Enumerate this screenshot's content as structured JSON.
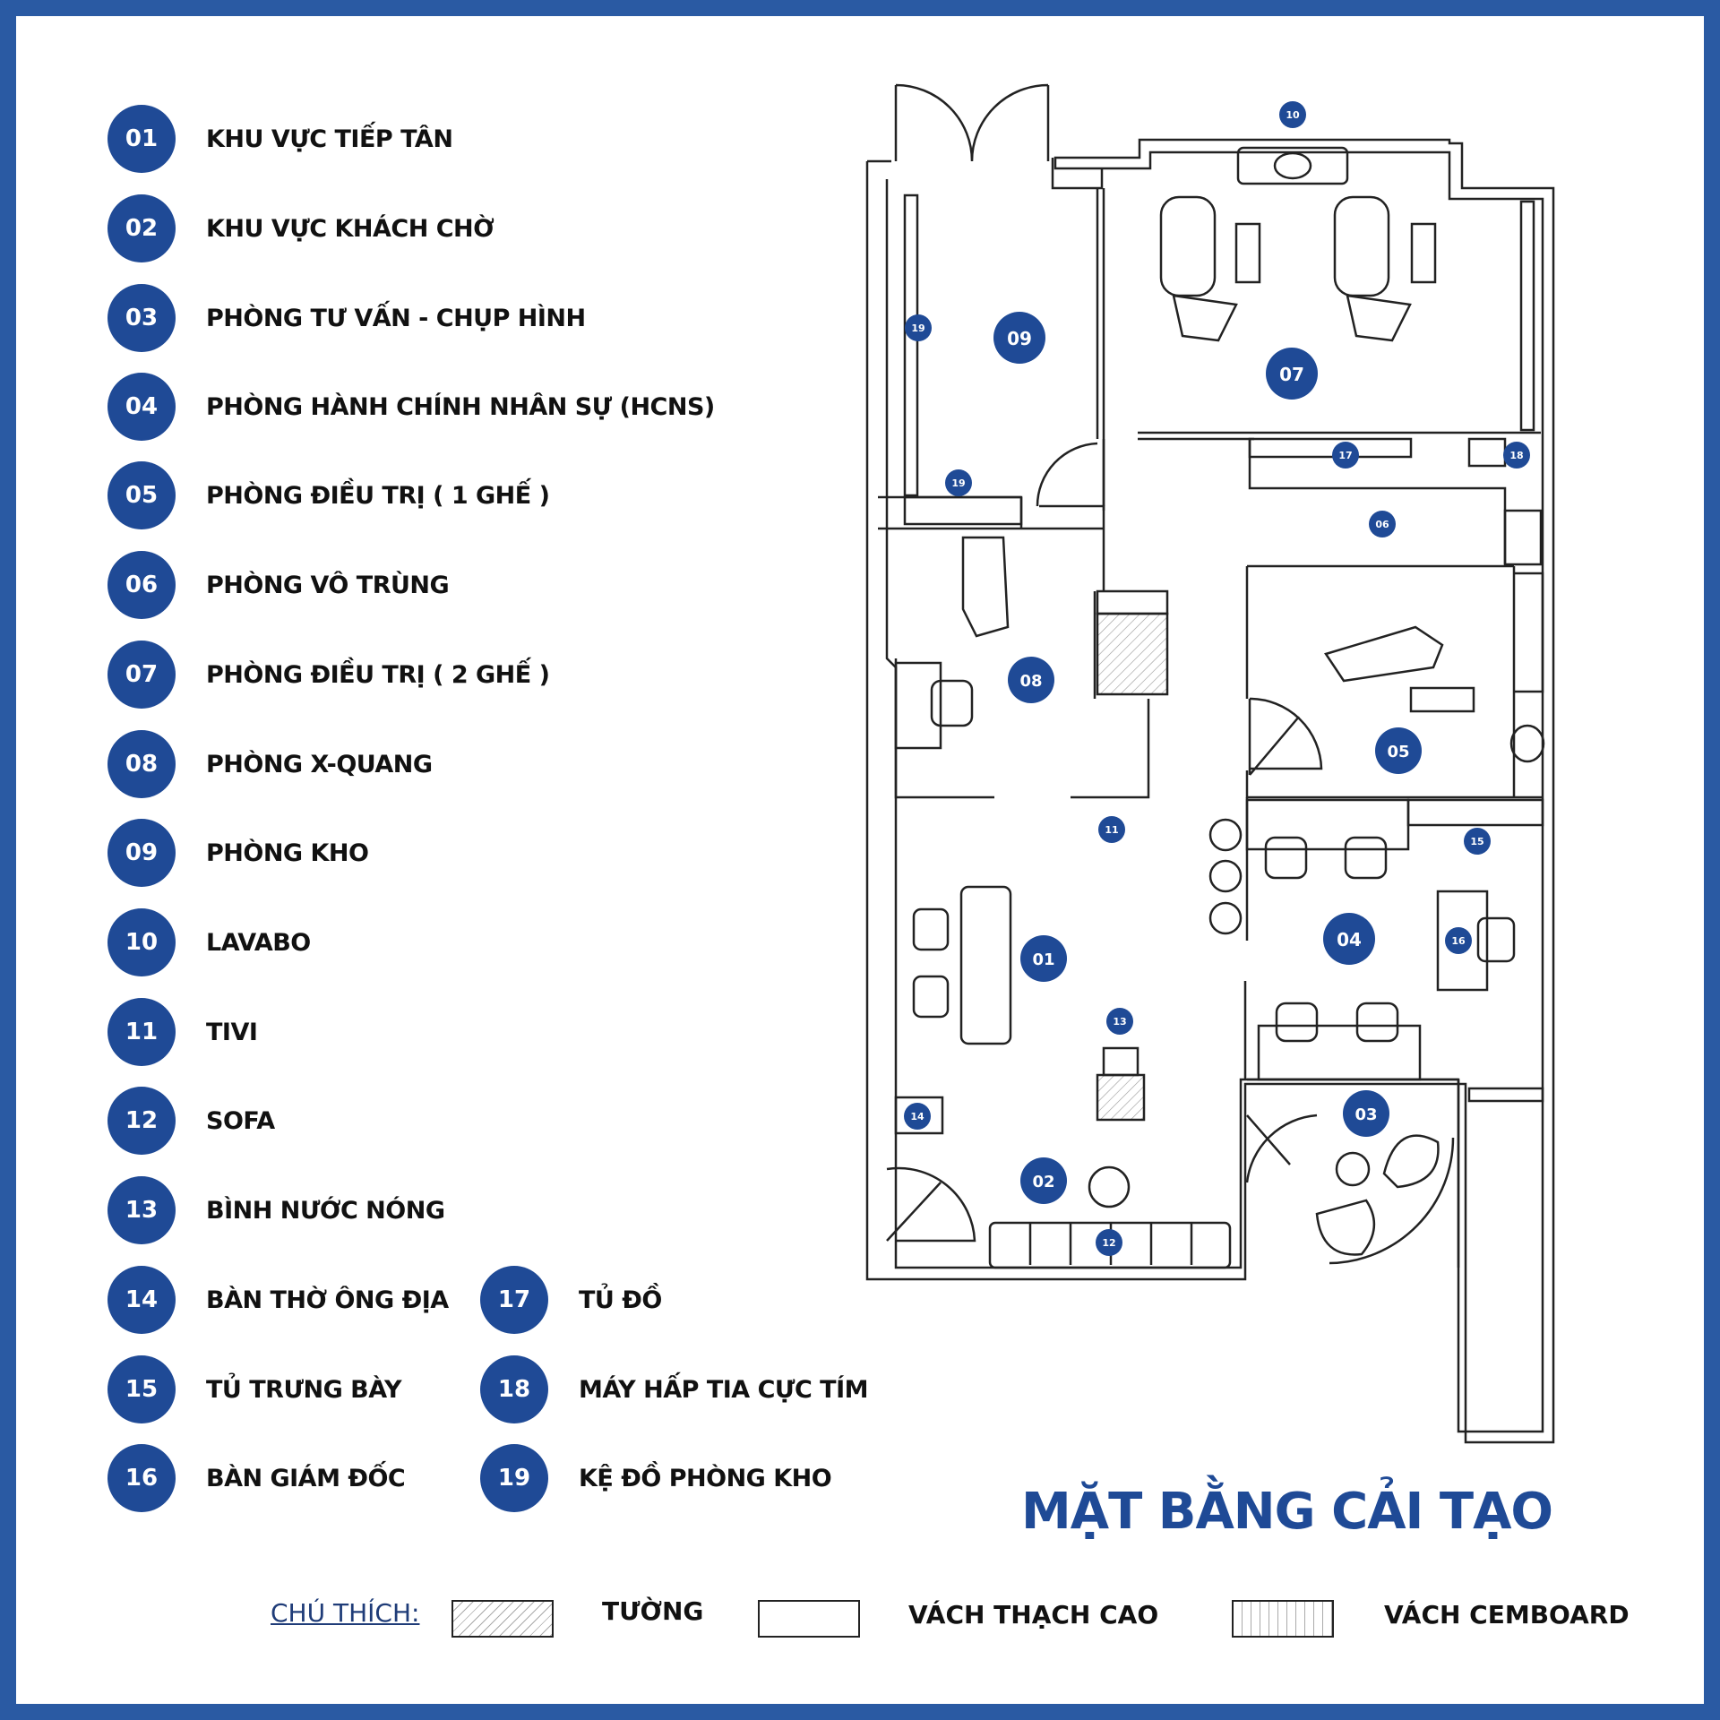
{
  "title": "MẶT BẰNG CẢI TẠO",
  "legend": [
    {
      "num": "01",
      "label": "KHU VỰC TIẾP TÂN"
    },
    {
      "num": "02",
      "label": "KHU VỰC KHÁCH CHỜ"
    },
    {
      "num": "03",
      "label": "PHÒNG TƯ VẤN - CHỤP HÌNH"
    },
    {
      "num": "04",
      "label": "PHÒNG HÀNH CHÍNH NHÂN SỰ (HCNS)"
    },
    {
      "num": "05",
      "label": "PHÒNG ĐIỀU TRỊ ( 1 GHẾ )"
    },
    {
      "num": "06",
      "label": "PHÒNG VÔ TRÙNG"
    },
    {
      "num": "07",
      "label": "PHÒNG ĐIỀU TRỊ ( 2 GHẾ )"
    },
    {
      "num": "08",
      "label": "PHÒNG X-QUANG"
    },
    {
      "num": "09",
      "label": "PHÒNG KHO"
    },
    {
      "num": "10",
      "label": "LAVABO"
    },
    {
      "num": "11",
      "label": "TIVI"
    },
    {
      "num": "12",
      "label": "SOFA"
    },
    {
      "num": "13",
      "label": "BÌNH NƯỚC NÓNG"
    },
    {
      "num": "14",
      "label": "BÀN THỜ ÔNG ĐỊA"
    },
    {
      "num": "15",
      "label": "TỦ TRƯNG BÀY"
    },
    {
      "num": "16",
      "label": "BÀN GIÁM ĐỐC"
    },
    {
      "num": "17",
      "label": "TỦ ĐỒ"
    },
    {
      "num": "18",
      "label": "MÁY HẤP TIA CỰC TÍM"
    },
    {
      "num": "19",
      "label": "KỆ ĐỒ PHÒNG KHO"
    }
  ],
  "key": {
    "label": "CHÚ THÍCH:",
    "wall": "TƯỜNG",
    "drywall": "VÁCH THẠCH CAO",
    "cemboard": "VÁCH CEMBOARD"
  },
  "plan_markers": [
    "09",
    "07",
    "10",
    "19",
    "19",
    "17",
    "18",
    "06",
    "08",
    "05",
    "11",
    "15",
    "04",
    "16",
    "01",
    "13",
    "14",
    "03",
    "02",
    "12"
  ],
  "colors": {
    "accent": "#1f4a96",
    "frame": "#2a5aa3",
    "line": "#222222"
  }
}
